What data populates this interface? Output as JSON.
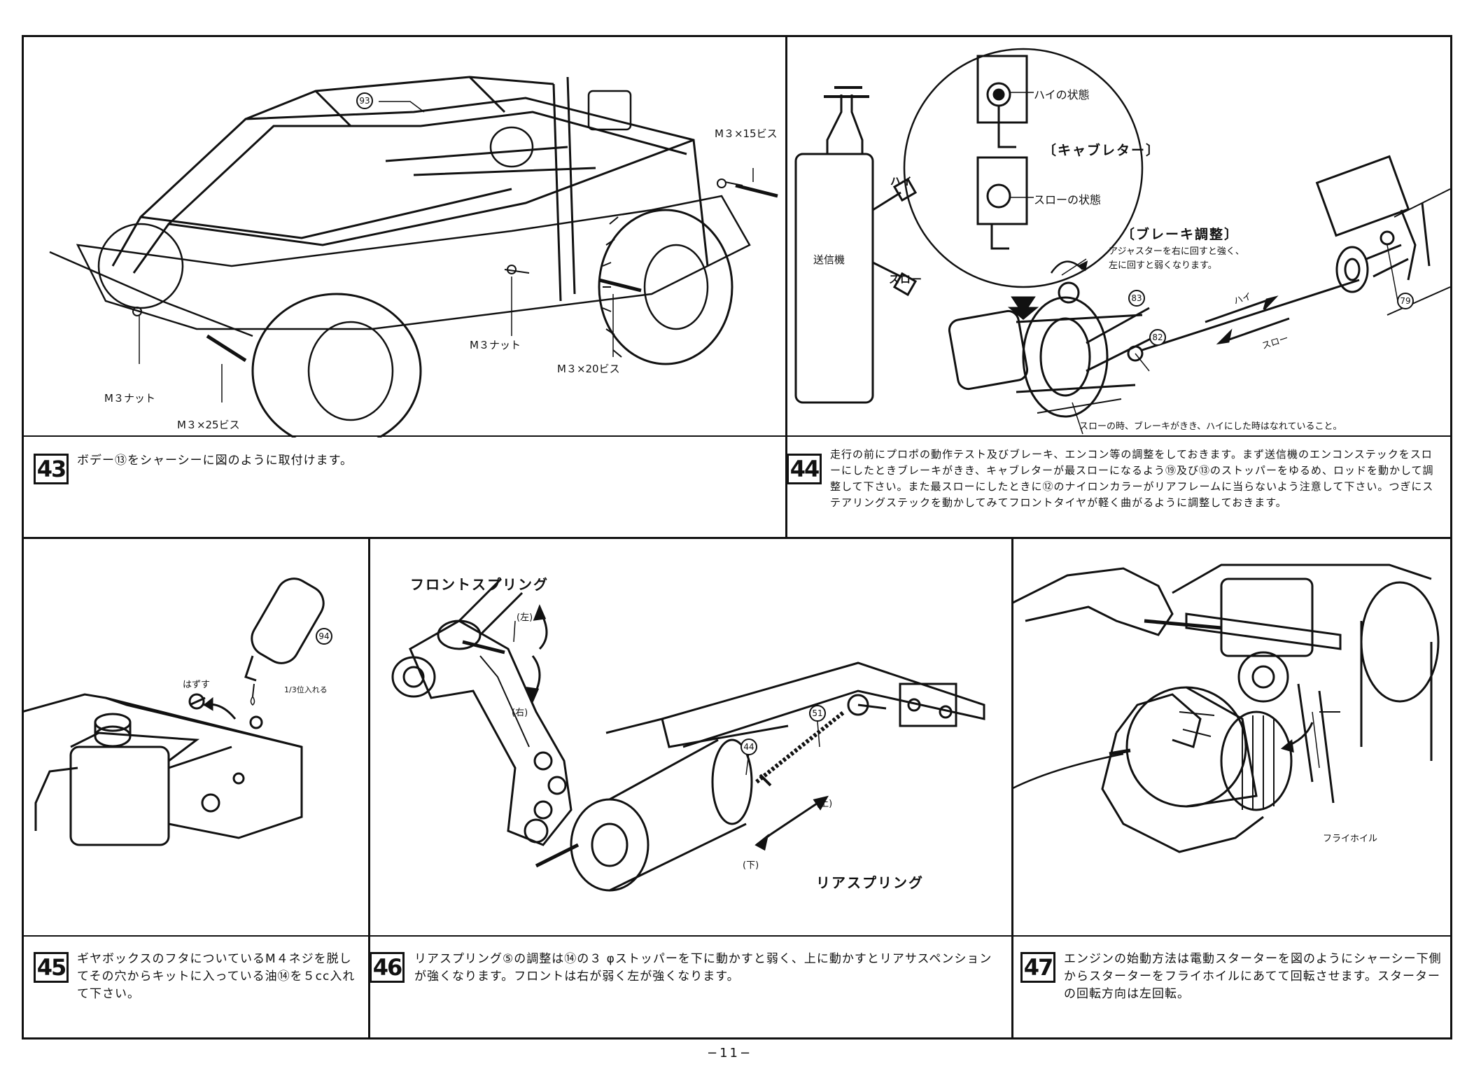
{
  "steps": [
    {
      "num": "43",
      "text": "ボデー⑬をシャーシーに図のように取付けます。",
      "labels": {
        "part": "93",
        "m3_15": "M３×15ビス",
        "m3_nut_a": "M３ナット",
        "m3_nut_b": "M３ナット",
        "m3_20": "M３×20ビス",
        "m3_25": "M３×25ビス"
      }
    },
    {
      "num": "44",
      "text": "走行の前にプロポの動作テスト及びブレーキ、エンコン等の調整をしておきます。まず送信機のエンコンステックをスローにしたときブレーキがきき、キャブレターが最スローになるよう⑲及び⑬のストッパーをゆるめ、ロッドを動かして調整して下さい。また最スローにしたときに⑫のナイロンカラーがリアフレームに当らないよう注意して下さい。つぎにステアリングステックを動かしてみてフロントタイヤが軽く曲がるように調整しておきます。",
      "labels": {
        "transmitter": "送信機",
        "hi": "ハイ",
        "slow": "スロー",
        "hi_state": "ハイの状態",
        "slow_state": "スローの状態",
        "carb": "〔キャブレター〕",
        "brake": "〔ブレーキ調整〕",
        "brake_note1": "アジャスターを右に回すと強く、",
        "brake_note2": "左に回すと弱くなります。",
        "p83": "83",
        "p82": "82",
        "p79": "79",
        "arrow_hi": "ハイ",
        "arrow_slow": "スロー",
        "bottom_note": "スローの時、ブレーキがきき、ハイにした時はなれていること。"
      }
    },
    {
      "num": "45",
      "text": "ギヤボックスのフタについているM４ネジを脱してその穴からキットに入っている油⑭を５cc入れて下さい。",
      "labels": {
        "remove": "はずす",
        "amount": "1/3位入れる",
        "p94": "94"
      }
    },
    {
      "num": "46",
      "text": "リアスプリング⑤の調整は⑭の３ φストッパーを下に動かすと弱く、上に動かすとリアサスペンションが強くなります。フロントは右が弱く左が強くなります。",
      "labels": {
        "front": "フロントスプリング",
        "rear": "リアスプリング",
        "left": "(左)",
        "right": "(右)",
        "up": "(上)",
        "down": "(下)",
        "p51": "51",
        "p44": "44"
      }
    },
    {
      "num": "47",
      "text": "エンジンの始動方法は電動スターターを図のようにシャーシー下側からスターターをフライホイルにあてて回転させます。スターターの回転方向は左回転。",
      "labels": {
        "flywheel": "フライホイル"
      }
    }
  ],
  "page_number": "−11−"
}
